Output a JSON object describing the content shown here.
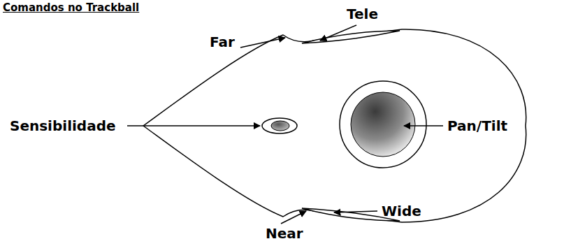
{
  "diagram": {
    "title": "Comandos no Trackball",
    "labels": [
      "Far",
      "Tele",
      "Sensibilidade",
      "Pan/Tilt",
      "Near",
      "Wide"
    ]
  }
}
